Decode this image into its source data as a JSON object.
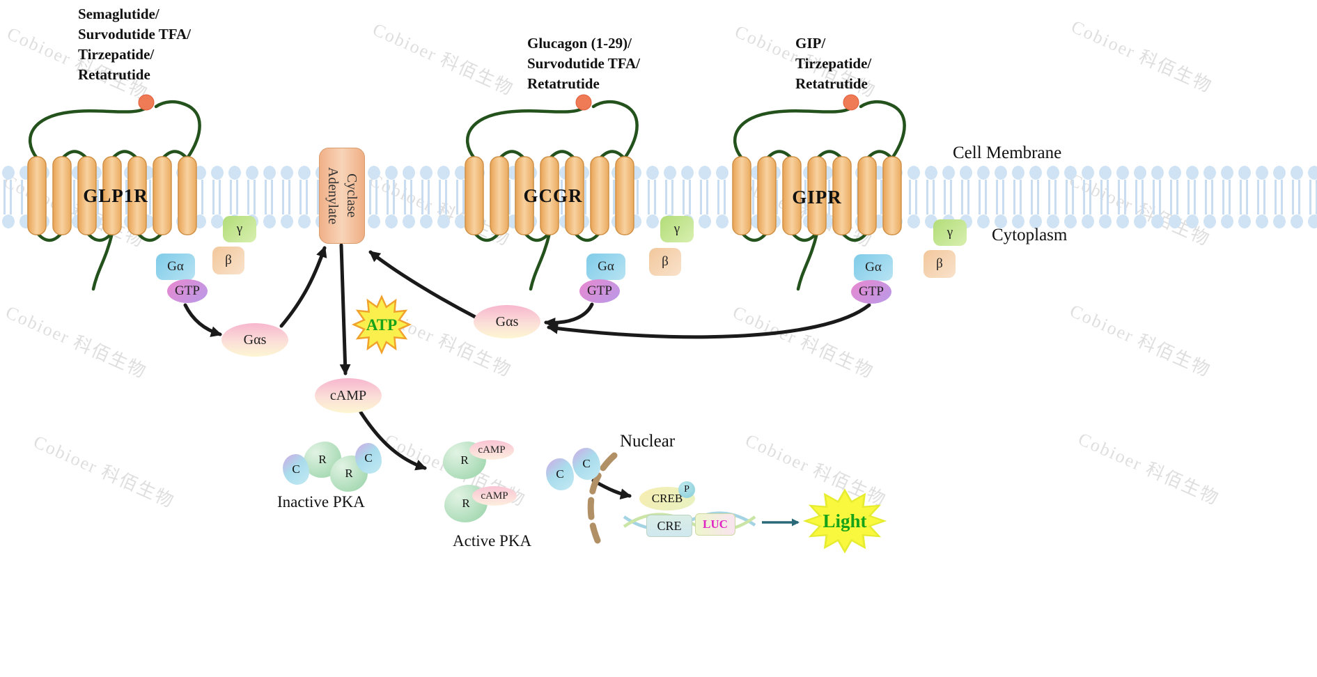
{
  "watermark": {
    "text": "Cobioer 科佰生物"
  },
  "labels": {
    "cell_membrane": "Cell Membrane",
    "cytoplasm": "Cytoplasm",
    "nuclear": "Nuclear",
    "inactive_pka": "Inactive PKA",
    "active_pka": "Active PKA"
  },
  "receptors": [
    {
      "name": "GLP1R",
      "ligands": [
        "Semaglutide/",
        "Survodutide TFA/",
        "Tirzepatide/",
        "Retatrutide"
      ]
    },
    {
      "name": "GCGR",
      "ligands": [
        "Glucagon (1-29)/",
        "Survodutide TFA/",
        "Retatrutide"
      ]
    },
    {
      "name": "GIPR",
      "ligands": [
        "GIP/",
        "Tirzepatide/",
        "Retatrutide"
      ]
    }
  ],
  "enzyme": {
    "line1": "Adenylate",
    "line2": "Cyclase"
  },
  "g_protein": {
    "galpha": "Gα",
    "gtp": "GTP",
    "beta": "β",
    "gamma": "γ",
    "gas": "Gαs"
  },
  "molecules": {
    "atp": "ATP",
    "camp": "cAMP",
    "light": "Light"
  },
  "pka": {
    "r": "R",
    "c": "C"
  },
  "nucleus": {
    "creb": "CREB",
    "p": "P",
    "cre": "CRE",
    "luc": "LUC"
  },
  "colors": {
    "accent_green": "#17a317",
    "luc_magenta": "#e026c2",
    "arrow_black": "#1a1a1a"
  }
}
